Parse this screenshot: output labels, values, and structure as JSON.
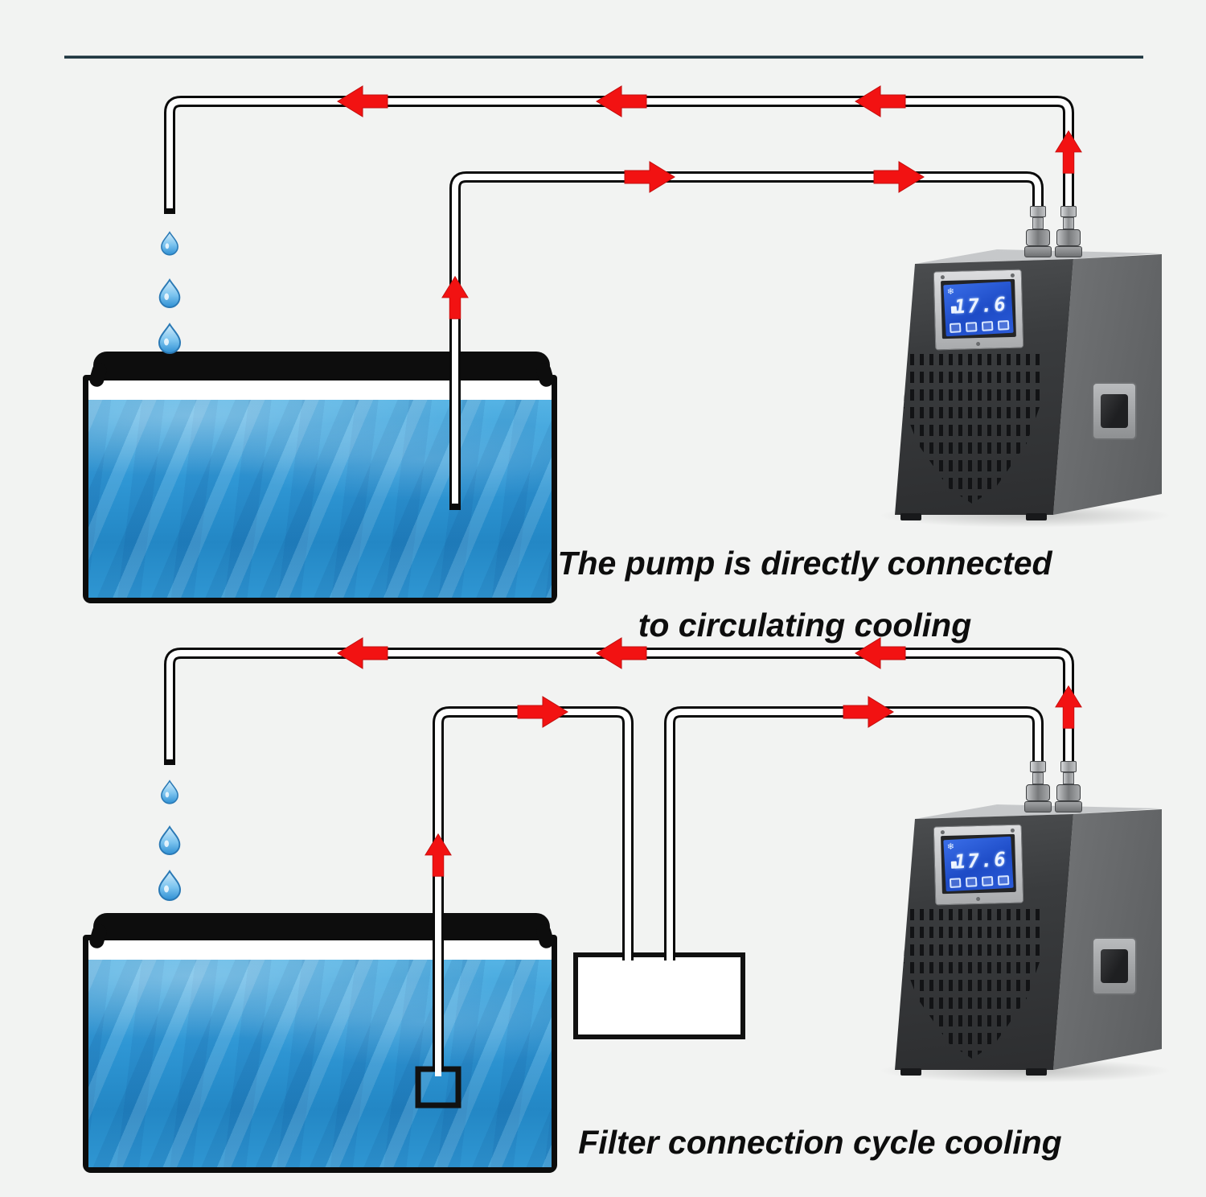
{
  "captions": {
    "pump_line1": "The pump is directly connected",
    "pump_line2": "to circulating cooling",
    "filter": "Filter connection cycle cooling"
  },
  "chiller": {
    "display_temperature": "17.6",
    "snowflake_icon": "❄"
  },
  "flow": {
    "top_diagram": {
      "return_line_direction": "left",
      "supply_line_direction": "right-and-up"
    },
    "bottom_diagram": {
      "return_line_direction": "left",
      "filter_line_direction": "right-and-up"
    }
  },
  "icons": {
    "flow_arrow": "red-flow-arrow",
    "water_drop": "water-drop",
    "snowflake": "snowflake"
  },
  "colors": {
    "background": "#f2f3f2",
    "divider_line": "#1b333d",
    "pipe_outline": "#0a0a0a",
    "pipe_core": "#fefefe",
    "flow_arrow": "#f21212",
    "tank_water": "#2f97d5",
    "water_drop": "#7cc4ef",
    "chiller_body": "#3a3c3e",
    "chiller_screen": "#1d4bc6"
  }
}
